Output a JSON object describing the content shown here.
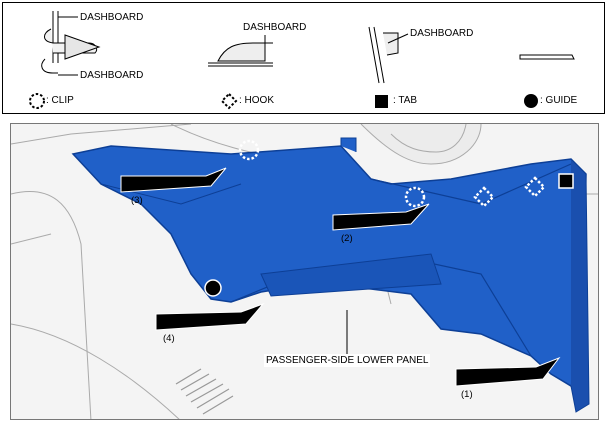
{
  "legend": {
    "clip_dashboard_top": "DASHBOARD",
    "clip_dashboard_bottom": "DASHBOARD",
    "hook_dashboard": "DASHBOARD",
    "tab_dashboard": "DASHBOARD",
    "symbols": [
      {
        "icon": "clip-icon",
        "label": ": CLIP"
      },
      {
        "icon": "hook-icon",
        "label": ": HOOK"
      },
      {
        "icon": "tab-icon",
        "label": ": TAB"
      },
      {
        "icon": "guide-icon",
        "label": ": GUIDE"
      }
    ]
  },
  "diagram": {
    "part_name": "PASSENGER-SIDE LOWER PANEL",
    "steps": [
      {
        "label": "(1)"
      },
      {
        "label": "(2)"
      },
      {
        "label": "(3)"
      },
      {
        "label": "(4)"
      }
    ],
    "colors": {
      "panel": "#2060c8",
      "panel_dark": "#0d3f96",
      "arrow": "#000000",
      "background": "#f4f4f4"
    }
  }
}
